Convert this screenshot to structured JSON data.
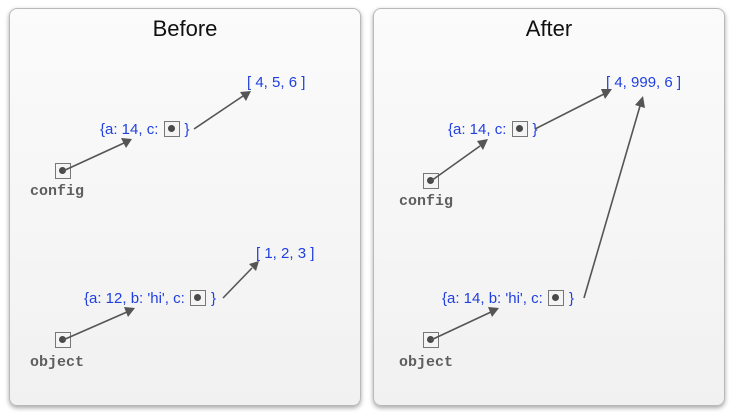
{
  "before": {
    "title": "Before",
    "config_label": "config",
    "config_value": "{a: 14, c: ",
    "config_value_close": "}",
    "config_c_array": "[ 4, 5, 6 ]",
    "object_label": "object",
    "object_value": "{a: 12, b: 'hi', c: ",
    "object_value_close": "}",
    "object_c_array": "[ 1, 2, 3 ]"
  },
  "after": {
    "title": "After",
    "config_label": "config",
    "config_value": "{a: 14, c: ",
    "config_value_close": "}",
    "shared_array": "[ 4, 999, 6 ]",
    "object_label": "object",
    "object_value": "{a: 14, b: 'hi', c: ",
    "object_value_close": "}"
  },
  "colors": {
    "value_text": "#1f3fe0",
    "variable_text": "#5e5e5e",
    "arrow": "#555555"
  }
}
